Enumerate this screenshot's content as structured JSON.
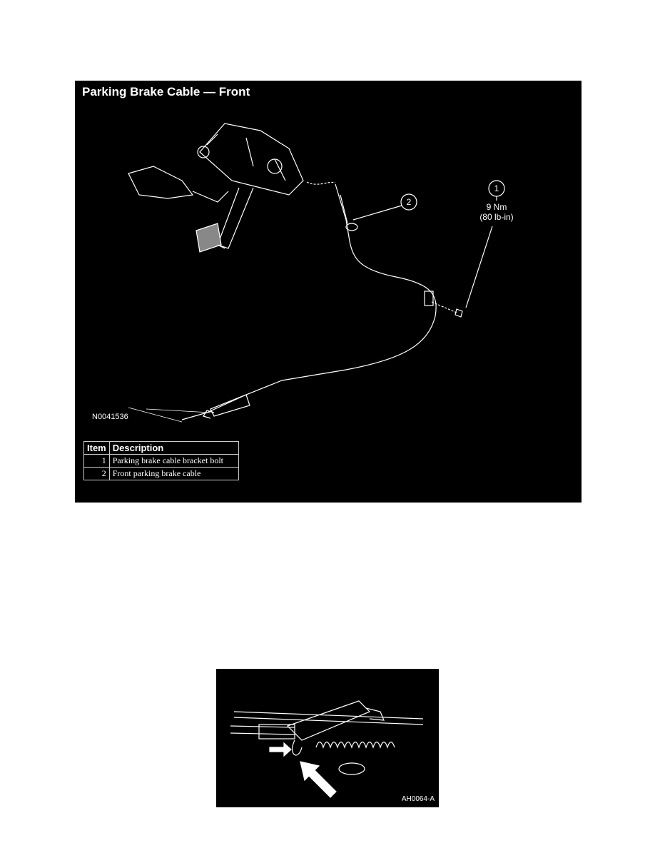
{
  "figure1": {
    "title": "Parking Brake Cable — Front",
    "image_code": "N0041536",
    "callouts": [
      {
        "number": "1",
        "torque": "9 Nm",
        "torque_alt": "(80 lb-in)"
      },
      {
        "number": "2"
      }
    ],
    "table": {
      "headers": [
        "Item",
        "Description"
      ],
      "rows": [
        {
          "item": "1",
          "description": "Parking brake cable bracket bolt"
        },
        {
          "item": "2",
          "description": "Front parking brake cable"
        }
      ]
    }
  },
  "figure2": {
    "image_code": "AH0064-A"
  }
}
